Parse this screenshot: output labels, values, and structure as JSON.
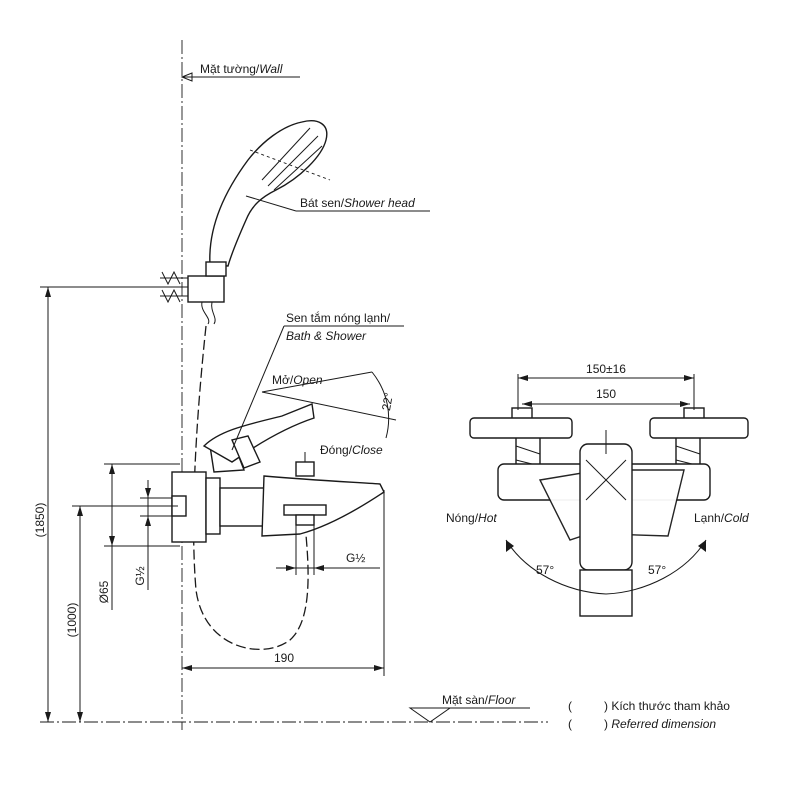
{
  "labels": {
    "wall": "Mặt tường/",
    "wall_en": "Wall",
    "shower_head": "Bát sen/",
    "shower_head_en": "Shower head",
    "bath_shower": "Sen tắm nóng lạnh/",
    "bath_shower_en": "Bath & Shower",
    "open": "Mở/",
    "open_en": "Open",
    "close": "Đóng/",
    "close_en": "Close",
    "floor": "Mặt sàn/",
    "floor_en": "Floor",
    "hot": "Nóng/",
    "hot_en": "Hot",
    "cold": "Lạnh/",
    "cold_en": "Cold"
  },
  "dimensions": {
    "height_1850": "(1850)",
    "height_1000": "(1000)",
    "d65": "Ø65",
    "thread_left": "G½",
    "thread_spout": "G½",
    "depth_190": "190",
    "angle_22": "22°",
    "centers_150_16": "150±16",
    "centers_150": "150",
    "angle_57_left": "57°",
    "angle_57_right": "57°"
  },
  "legend": {
    "open_paren": "(",
    "close_paren_vi": ") Kích thước tham khảo",
    "close_paren_en": ")",
    "referred": "Referred dimension"
  }
}
